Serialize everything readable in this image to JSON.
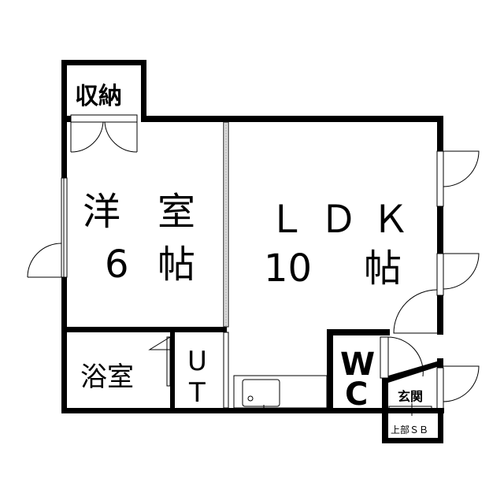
{
  "rooms": {
    "closet": "収納",
    "western_room": {
      "name_1": "洋",
      "name_2": "室",
      "size_num": "6",
      "size_unit": "帖"
    },
    "ldk": {
      "name": "ＬＤＫ",
      "size_num": "10",
      "size_unit": "帖"
    },
    "bath": "浴室",
    "utility": {
      "l1": "U",
      "l2": "T"
    },
    "wc": {
      "l1": "W",
      "l2": "C"
    },
    "entrance": "玄関",
    "shoebox": "上部ＳＢ"
  },
  "colors": {
    "wall": "#000000",
    "background": "#ffffff"
  }
}
